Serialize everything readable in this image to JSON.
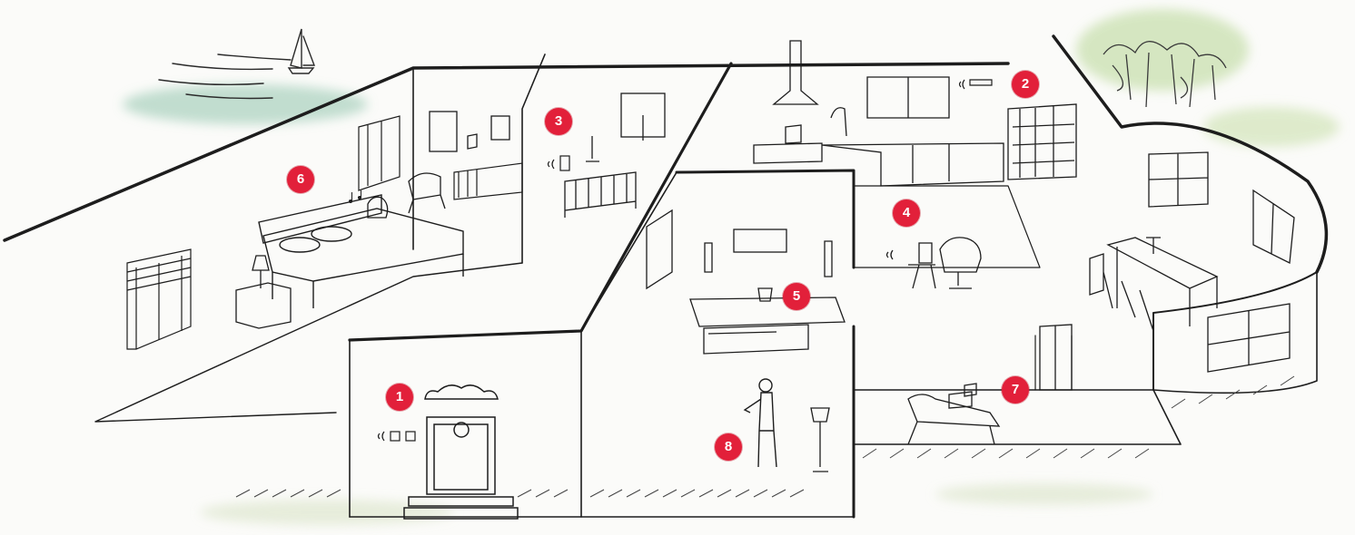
{
  "markers": [
    {
      "id": "m1",
      "label": "1",
      "area": "front-door"
    },
    {
      "id": "m2",
      "label": "2",
      "area": "kitchen-ceiling"
    },
    {
      "id": "m3",
      "label": "3",
      "area": "nursery"
    },
    {
      "id": "m4",
      "label": "4",
      "area": "reading-corner"
    },
    {
      "id": "m5",
      "label": "5",
      "area": "living-room"
    },
    {
      "id": "m6",
      "label": "6",
      "area": "bedroom"
    },
    {
      "id": "m7",
      "label": "7",
      "area": "terrace"
    },
    {
      "id": "m8",
      "label": "8",
      "area": "hallway"
    }
  ],
  "colors": {
    "marker": "#e2203a",
    "marker_text": "#ffffff",
    "ink": "#2a2a2a",
    "wash_green": "#b7d8c8",
    "wash_tree": "#cfe3b8",
    "background": "#fbfbf9"
  },
  "icons": [
    "sailboat-icon",
    "tree-icon",
    "range-hood-icon",
    "speaker-icon",
    "lamp-icon",
    "bed-icon",
    "crib-icon",
    "door-icon",
    "person-icon",
    "armchair-icon",
    "sofa-icon",
    "dining-table-icon",
    "lounge-chair-icon",
    "bookshelf-icon",
    "sound-wave-icon",
    "music-note-icon"
  ]
}
